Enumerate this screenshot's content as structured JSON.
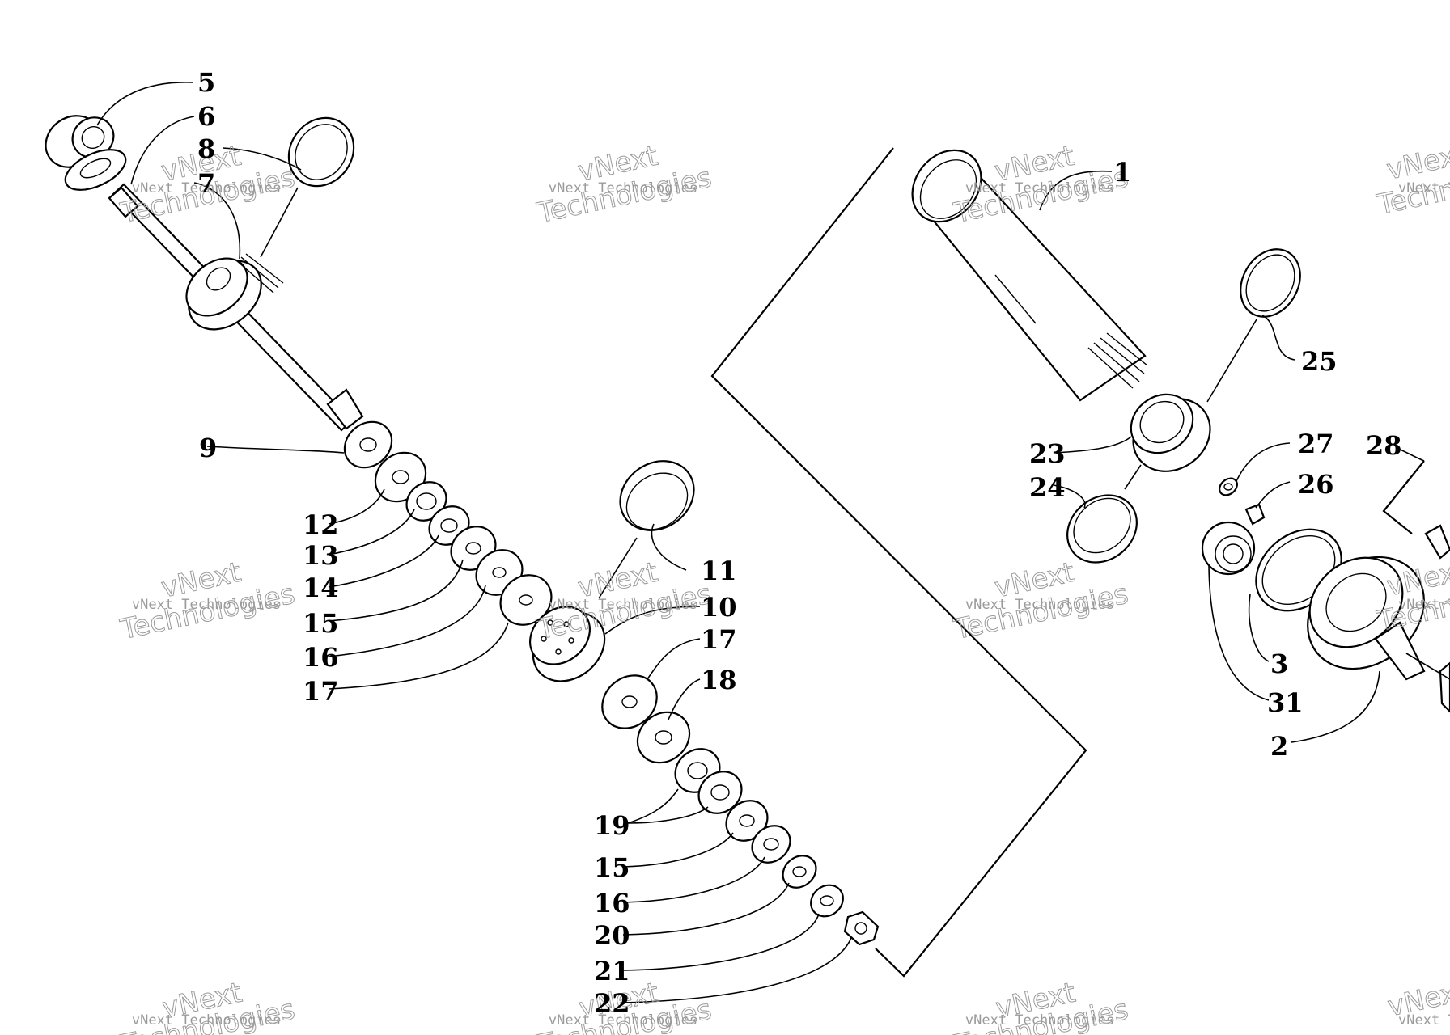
{
  "diagram": {
    "callouts": [
      {
        "id": "c5",
        "text": "5"
      },
      {
        "id": "c6",
        "text": "6"
      },
      {
        "id": "c8",
        "text": "8"
      },
      {
        "id": "c7",
        "text": "7"
      },
      {
        "id": "c9",
        "text": "9"
      },
      {
        "id": "c12",
        "text": "12"
      },
      {
        "id": "c13",
        "text": "13"
      },
      {
        "id": "c14",
        "text": "14"
      },
      {
        "id": "c15a",
        "text": "15"
      },
      {
        "id": "c16a",
        "text": "16"
      },
      {
        "id": "c17a",
        "text": "17"
      },
      {
        "id": "c11",
        "text": "11"
      },
      {
        "id": "c10",
        "text": "10"
      },
      {
        "id": "c17b",
        "text": "17"
      },
      {
        "id": "c18",
        "text": "18"
      },
      {
        "id": "c19",
        "text": "19"
      },
      {
        "id": "c15b",
        "text": "15"
      },
      {
        "id": "c16b",
        "text": "16"
      },
      {
        "id": "c20",
        "text": "20"
      },
      {
        "id": "c21",
        "text": "21"
      },
      {
        "id": "c22",
        "text": "22"
      },
      {
        "id": "c1",
        "text": "1"
      },
      {
        "id": "c25",
        "text": "25"
      },
      {
        "id": "c23",
        "text": "23"
      },
      {
        "id": "c24",
        "text": "24"
      },
      {
        "id": "c27",
        "text": "27"
      },
      {
        "id": "c26",
        "text": "26"
      },
      {
        "id": "c28",
        "text": "28"
      },
      {
        "id": "c3",
        "text": "3"
      },
      {
        "id": "c31",
        "text": "31"
      },
      {
        "id": "c2",
        "text": "2"
      }
    ],
    "watermark": {
      "brand": "vNext Technologies",
      "line1": "vNext",
      "line2": "Technologies"
    }
  }
}
